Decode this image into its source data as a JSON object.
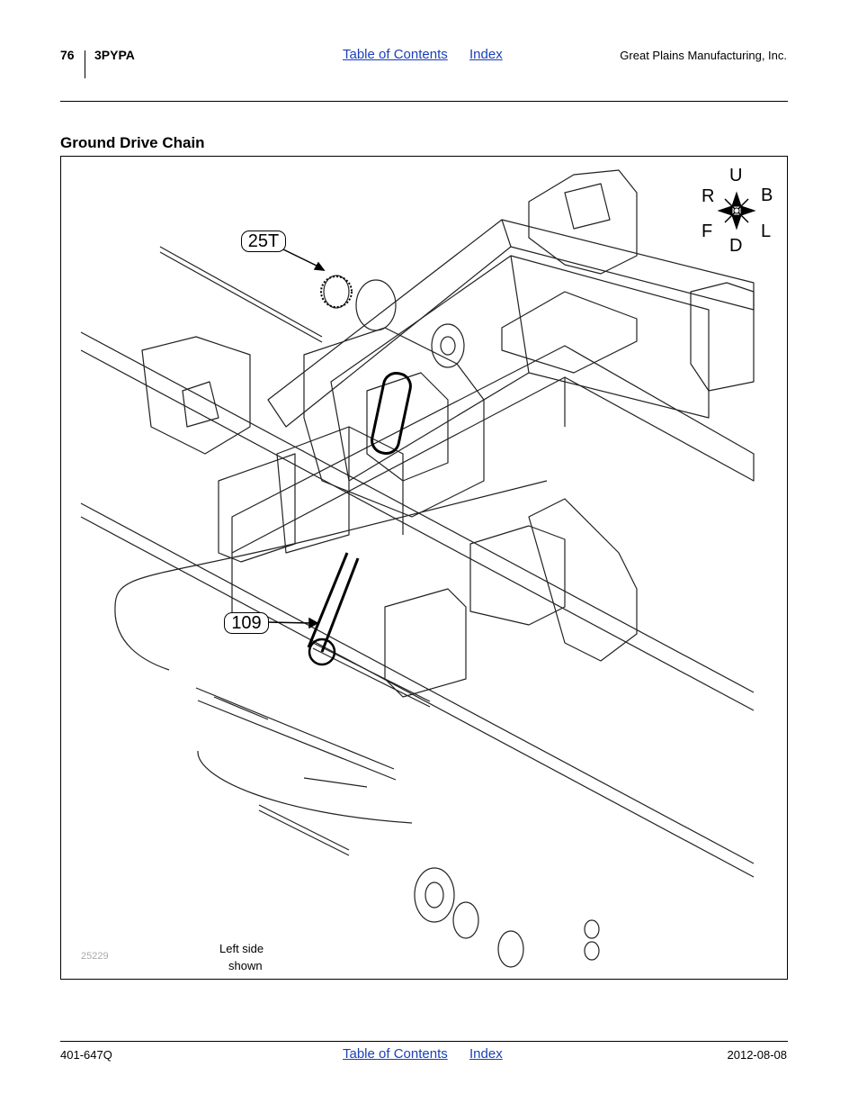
{
  "header": {
    "page_number": "76",
    "model": "3PYPA",
    "toc_link": "Table of Contents",
    "index_link": "Index",
    "company": "Great Plains Manufacturing, Inc."
  },
  "section": {
    "title": "Ground Drive Chain"
  },
  "figure": {
    "callout_sprocket": "25T",
    "callout_chain": "109",
    "compass": {
      "up": "U",
      "down": "D",
      "right": "R",
      "left": "L",
      "back": "B",
      "front": "F"
    },
    "figure_id": "25229",
    "note_line1": "Left side",
    "note_line2": "shown"
  },
  "footer": {
    "doc_number": "401-647Q",
    "toc_link": "Table of Contents",
    "index_link": "Index",
    "date": "2012-08-08"
  }
}
